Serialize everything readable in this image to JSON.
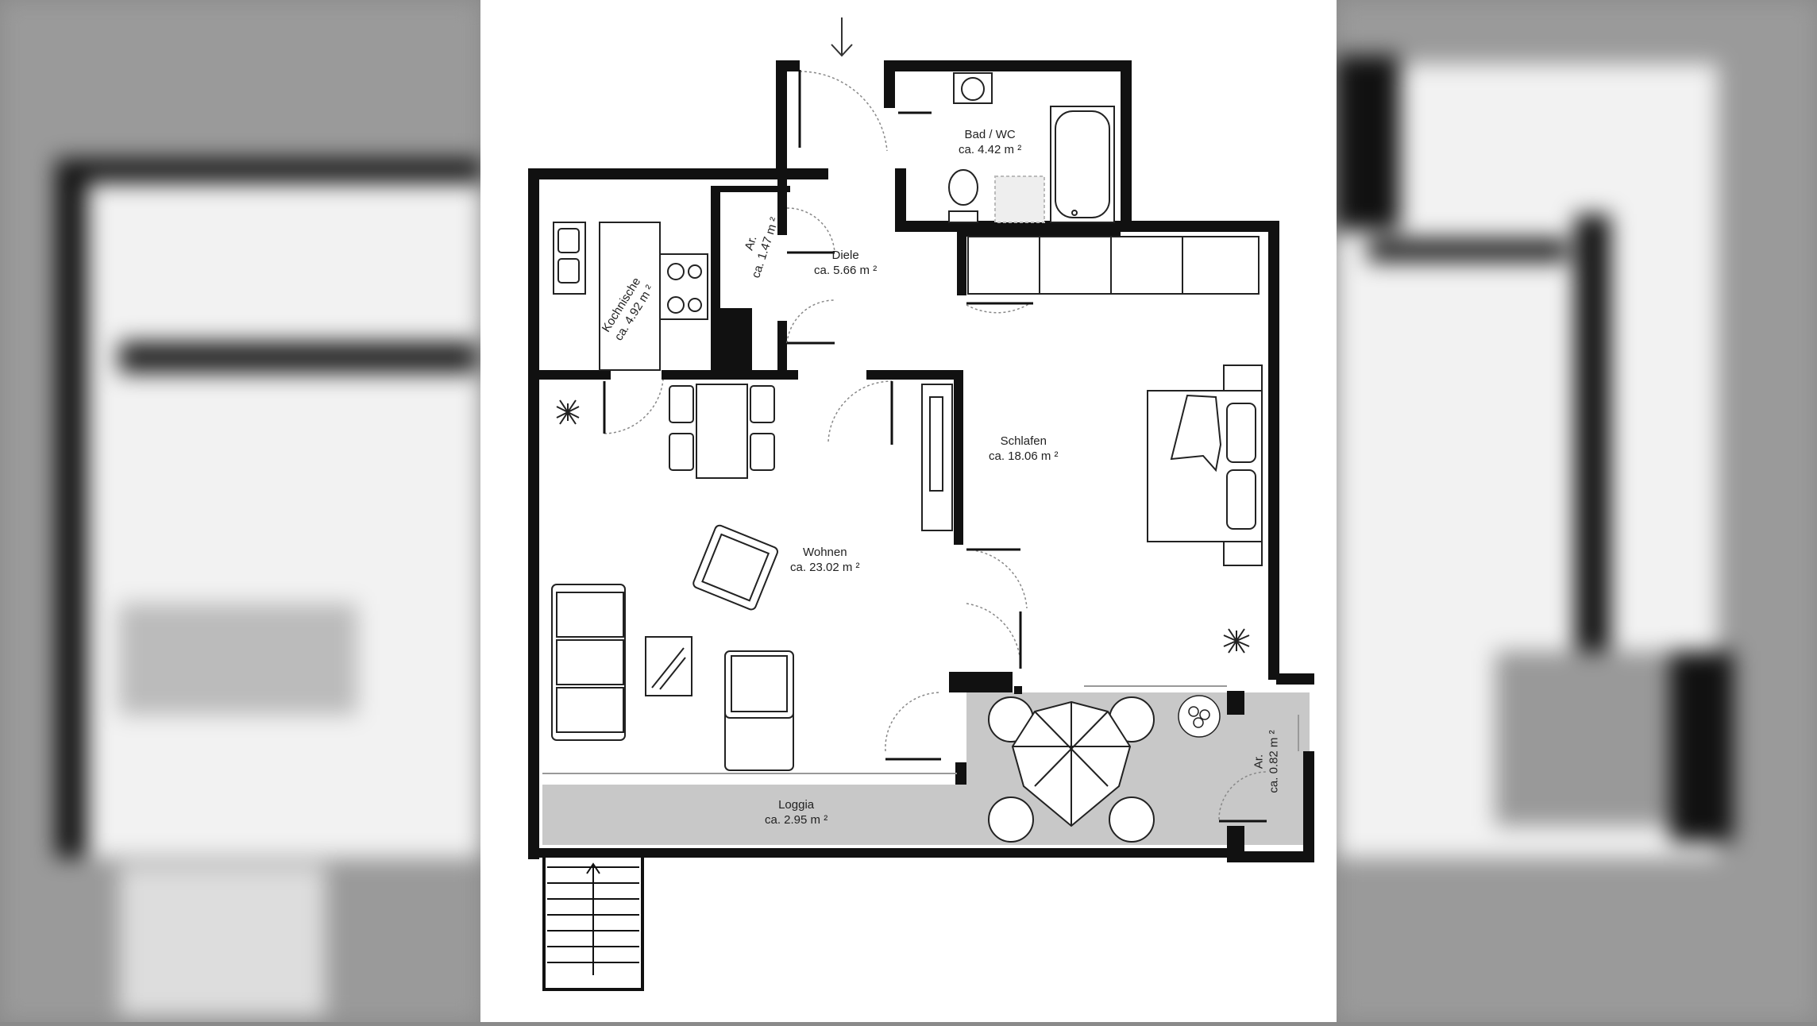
{
  "plan": {
    "rooms": [
      {
        "id": "bad",
        "name": "Bad / WC",
        "area": "ca. 4.42 m ²"
      },
      {
        "id": "ar1",
        "name": "Ar.",
        "area": "ca. 1.47 m ²"
      },
      {
        "id": "diele",
        "name": "Diele",
        "area": "ca. 5.66 m ²"
      },
      {
        "id": "kochnische",
        "name": "Kochnische",
        "area": "ca. 4.92 m ²"
      },
      {
        "id": "schlafen",
        "name": "Schlafen",
        "area": "ca. 18.06 m ²"
      },
      {
        "id": "wohnen",
        "name": "Wohnen",
        "area": "ca. 23.02 m ²"
      },
      {
        "id": "loggia",
        "name": "Loggia",
        "area": "ca. 2.95 m ²"
      },
      {
        "id": "ar2",
        "name": "Ar.",
        "area": "ca. 0.82 m ²"
      }
    ],
    "colors": {
      "wall": "#111111",
      "loggia_floor": "#c8c8c8",
      "panel": "#ffffff",
      "backdrop": "#8a8a8a"
    }
  }
}
